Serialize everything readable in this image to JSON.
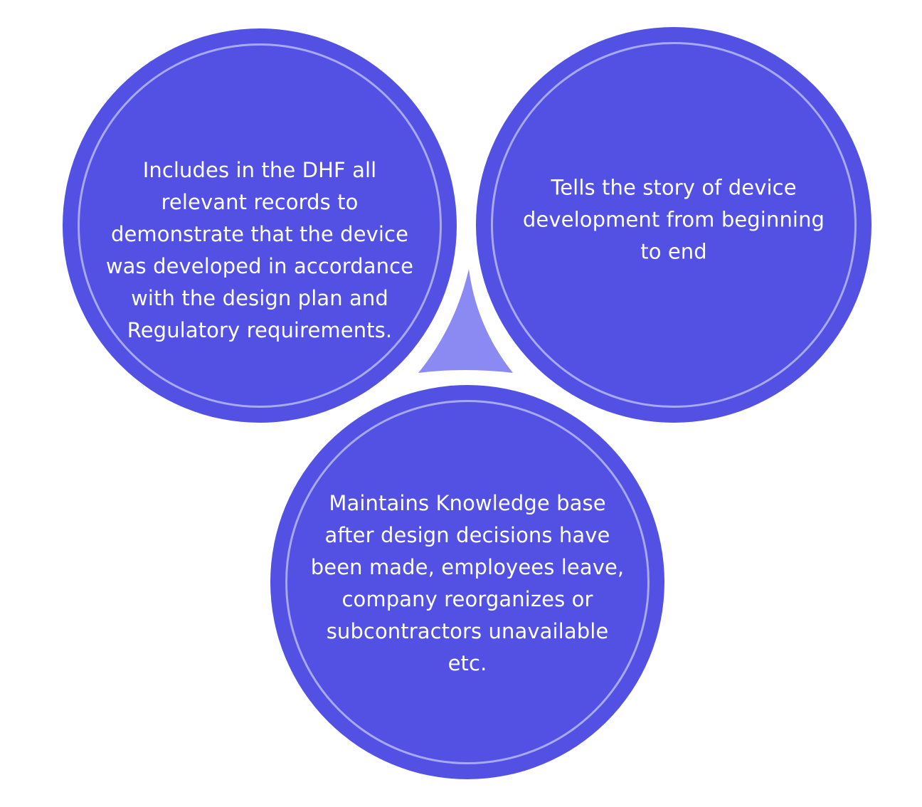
{
  "diagram": {
    "colors": {
      "circle_fill": "#5251e3",
      "circle_ring": "#a9a8f2",
      "center_shape": "#8b89f2",
      "text": "#ffffff"
    },
    "circles": [
      {
        "id": "left",
        "text": "Includes in the DHF all\nrelevant records to\ndemonstrate that the device\nwas developed in accordance\nwith the design plan and\nRegulatory requirements."
      },
      {
        "id": "right",
        "text": "Tells the story of device\ndevelopment from beginning\nto end"
      },
      {
        "id": "bottom",
        "text": "Maintains Knowledge base\nafter design decisions have\nbeen made, employees leave,\ncompany reorganizes or\nsubcontractors unavailable\netc."
      }
    ]
  }
}
